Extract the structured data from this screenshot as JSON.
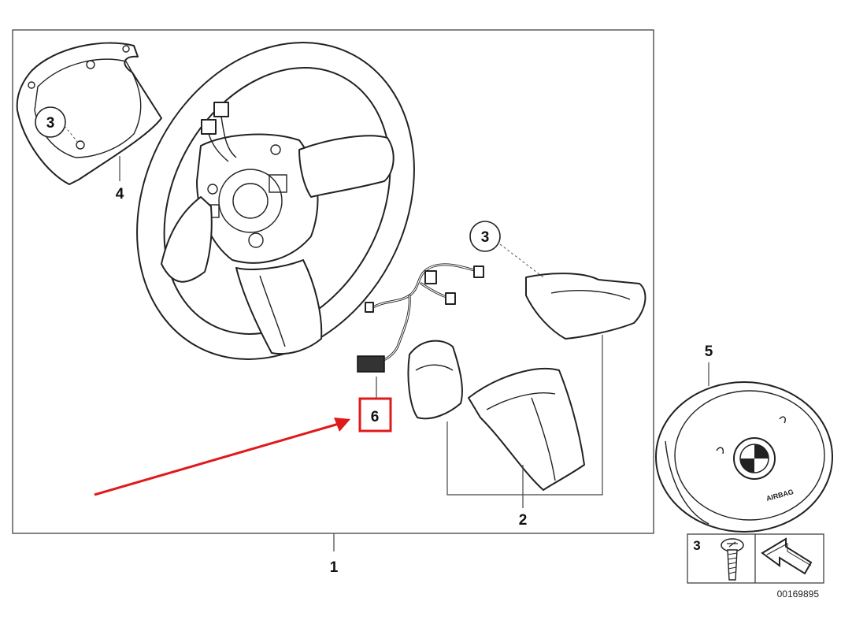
{
  "callouts": {
    "main_assembly": "1",
    "trim_cover": "2",
    "screw_top": "3",
    "screw_left_cover": "3",
    "screw_legend": "3",
    "rear_cover": "4",
    "airbag": "5",
    "wiring_harness": "6"
  },
  "diagram_number": "00169895",
  "airbag_text": "AIRBAG",
  "highlight_color": "#e0191b",
  "line_color": "#222222"
}
